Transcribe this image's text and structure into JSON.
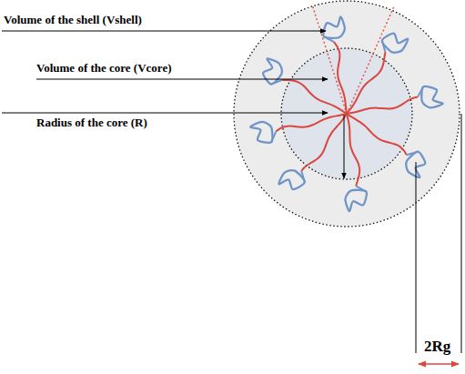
{
  "diagram": {
    "labels": [
      "Volume of the shell (Vshell)",
      "Volume of the core (Vcore)",
      "Radius of the core (R)",
      "2Rg"
    ]
  }
}
